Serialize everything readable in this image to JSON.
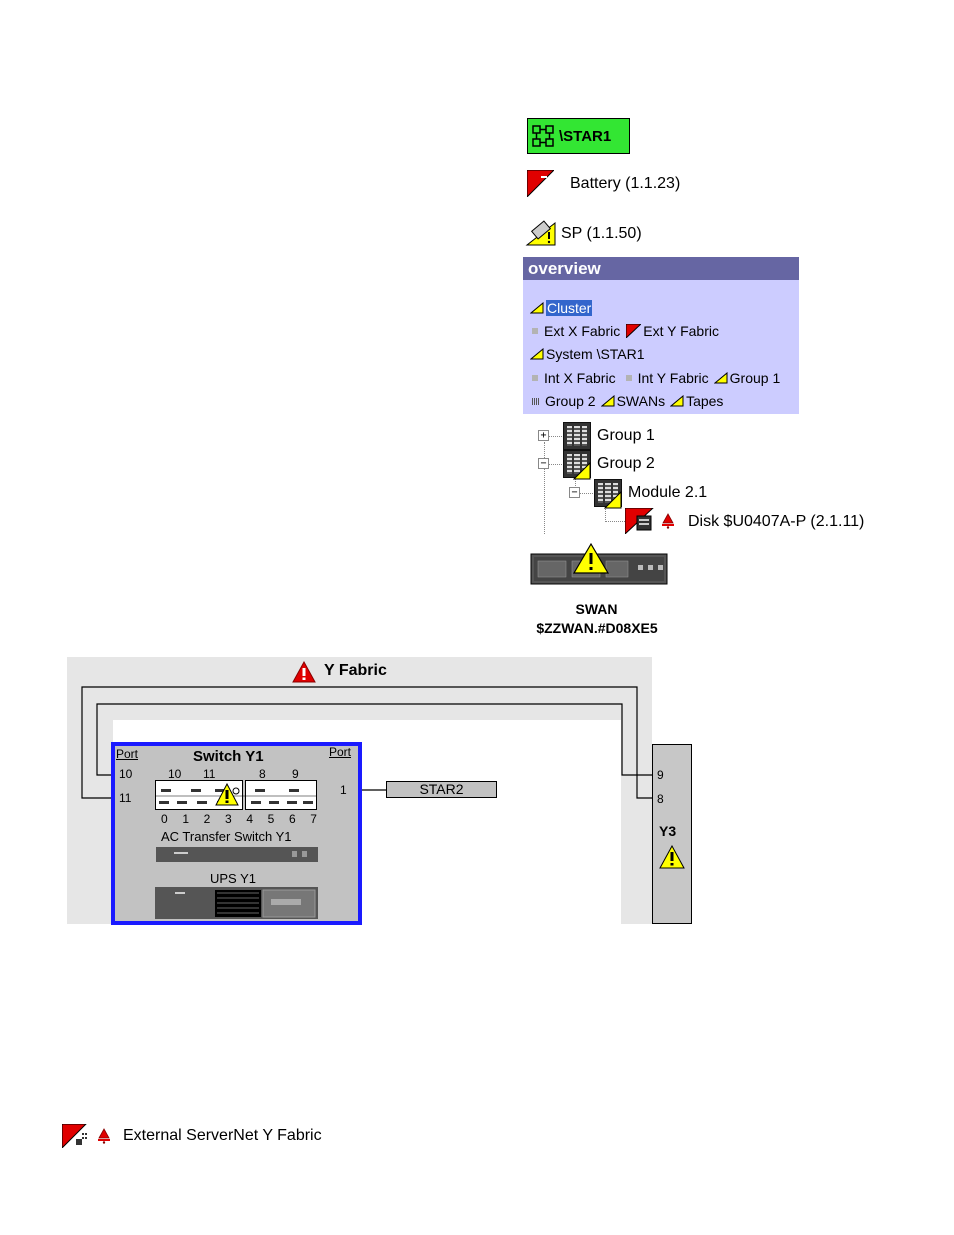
{
  "star1": {
    "label": "\\STAR1"
  },
  "battery": {
    "label": "Battery (1.1.23)"
  },
  "sp": {
    "label": "SP (1.1.50)"
  },
  "overview": {
    "title": "overview",
    "cluster": "Cluster",
    "ext_x_fabric": "Ext X Fabric",
    "ext_y_fabric": "Ext  Y  Fabric",
    "system": "System \\STAR1",
    "int_x_fabric": "Int X Fabric",
    "int_y_fabric": "Int  Y  Fabric",
    "group1": "Group 1",
    "group2": "Group 2",
    "swans": "SWANs",
    "tapes": "Tapes"
  },
  "tree": {
    "group1": "Group 1",
    "group2": "Group 2",
    "module": "Module 2.1",
    "disk": "Disk $U0407A-P (2.1.11)"
  },
  "swan": {
    "name": "SWAN",
    "id": "$ZZWAN.#D08XE5"
  },
  "fabric": {
    "title": "Y Fabric",
    "switch_title": "Switch Y1",
    "port_left": "Port",
    "port_right": "Port",
    "left_ports": [
      "10",
      "11"
    ],
    "top_ports": [
      "10",
      "11",
      "8",
      "9"
    ],
    "bottom_ports": [
      "0",
      "1",
      "2",
      "3",
      "4",
      "5",
      "6",
      "7"
    ],
    "right_port": "1",
    "ac_transfer": "AC Transfer Switch  Y1",
    "ups": "UPS Y1",
    "star2": "STAR2",
    "y3_ports": [
      "9",
      "8"
    ],
    "y3_label": "Y3"
  },
  "legend": {
    "label": "External ServerNet Y Fabric"
  },
  "colors": {
    "green": "#33e633",
    "overview_bg": "#ccccff",
    "overview_header": "#6666a3",
    "alarm_red": "#e00000",
    "warn_yellow": "#ffff00",
    "switch_border": "#1a1aff"
  }
}
